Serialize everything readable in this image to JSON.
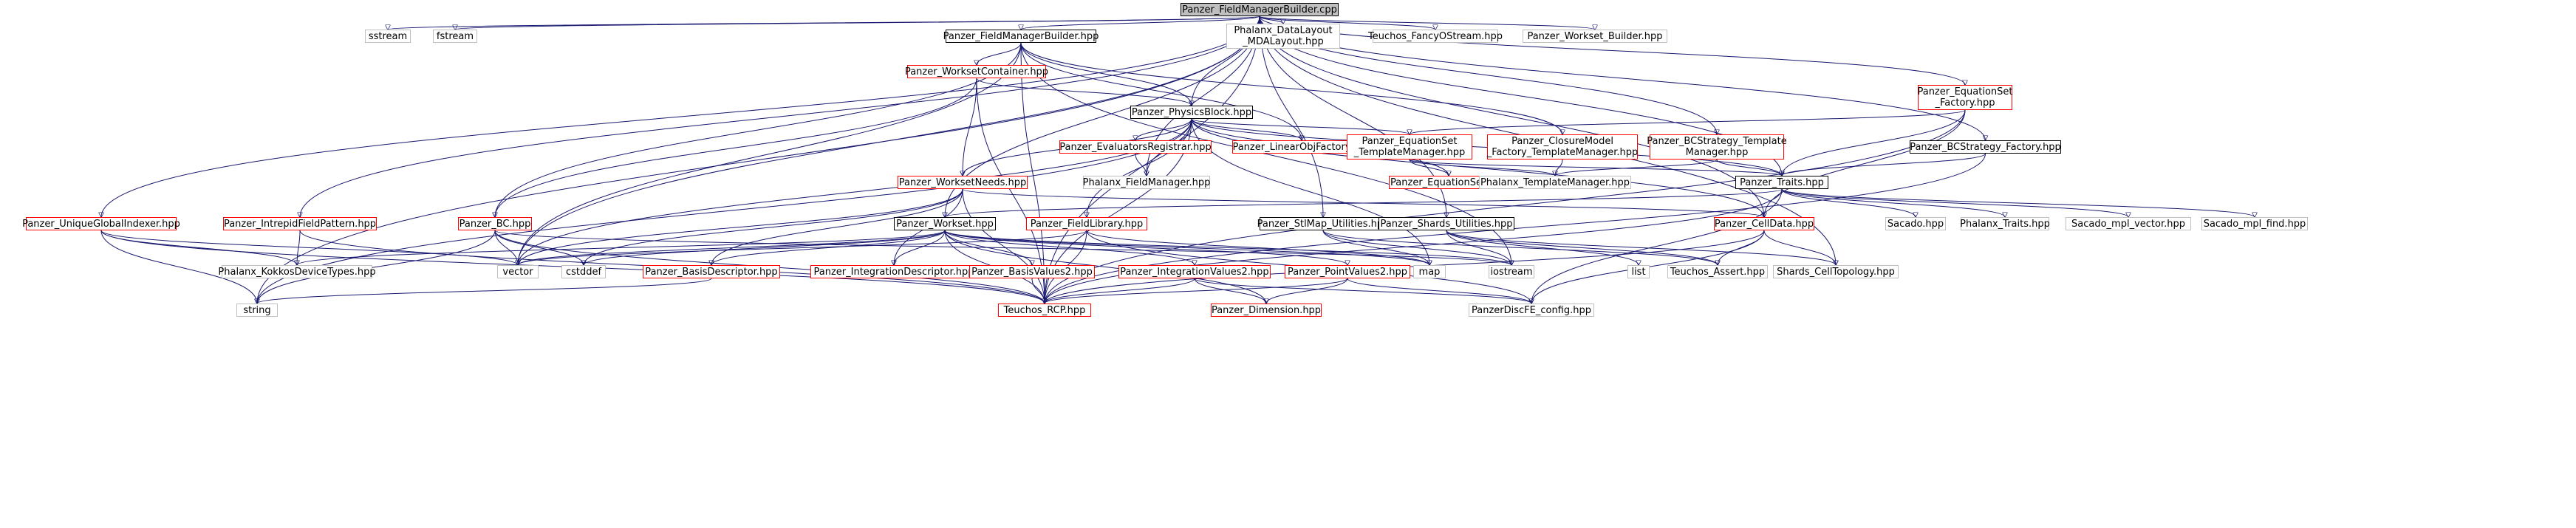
{
  "title": "Panzer_FieldManagerBuilder.cpp",
  "colors": {
    "edge": "#191970",
    "root_fill": "#bfbfbf",
    "red_border": "#ff0000",
    "black_border": "#000000"
  },
  "nodes": [
    {
      "id": "root",
      "label": "Panzer_FieldManagerBuilder.cpp",
      "style": "root"
    },
    {
      "id": "sstream",
      "label": "sstream",
      "style": "grey"
    },
    {
      "id": "fstream",
      "label": "fstream",
      "style": "grey"
    },
    {
      "id": "fmb_hpp",
      "label": "Panzer_FieldManagerBuilder.hpp",
      "style": "black"
    },
    {
      "id": "phalanx_dl",
      "label": "Phalanx_DataLayout\n_MDALayout.hpp",
      "style": "grey"
    },
    {
      "id": "teuchos_fancy",
      "label": "Teuchos_FancyOStream.hpp",
      "style": "grey"
    },
    {
      "id": "workset_builder",
      "label": "Panzer_Workset_Builder.hpp",
      "style": "grey"
    },
    {
      "id": "workset_container",
      "label": "Panzer_WorksetContainer.hpp",
      "style": "red"
    },
    {
      "id": "physics_block",
      "label": "Panzer_PhysicsBlock.hpp",
      "style": "black"
    },
    {
      "id": "eqset_factory",
      "label": "Panzer_EquationSet\n_Factory.hpp",
      "style": "red"
    },
    {
      "id": "eval_registrar",
      "label": "Panzer_EvaluatorsRegistrar.hpp",
      "style": "red"
    },
    {
      "id": "linobj",
      "label": "Panzer_LinearObjFactory.hpp",
      "style": "red"
    },
    {
      "id": "eqset_tm",
      "label": "Panzer_EquationSet\n_TemplateManager.hpp",
      "style": "red"
    },
    {
      "id": "closure_tm",
      "label": "Panzer_ClosureModel\n_Factory_TemplateManager.hpp",
      "style": "red"
    },
    {
      "id": "bcs_tm",
      "label": "Panzer_BCStrategy_Template\nManager.hpp",
      "style": "red"
    },
    {
      "id": "bcs_factory",
      "label": "Panzer_BCStrategy_Factory.hpp",
      "style": "black"
    },
    {
      "id": "worksetneeds",
      "label": "Panzer_WorksetNeeds.hpp",
      "style": "red"
    },
    {
      "id": "phalanx_fm",
      "label": "Phalanx_FieldManager.hpp",
      "style": "grey"
    },
    {
      "id": "eqset",
      "label": "Panzer_EquationSet.hpp",
      "style": "red"
    },
    {
      "id": "phalanx_tm",
      "label": "Phalanx_TemplateManager.hpp",
      "style": "grey"
    },
    {
      "id": "traits",
      "label": "Panzer_Traits.hpp",
      "style": "black"
    },
    {
      "id": "uniq_idx",
      "label": "Panzer_UniqueGlobalIndexer.hpp",
      "style": "red"
    },
    {
      "id": "intrepid_fp",
      "label": "Panzer_IntrepidFieldPattern.hpp",
      "style": "red"
    },
    {
      "id": "bc",
      "label": "Panzer_BC.hpp",
      "style": "red"
    },
    {
      "id": "workset",
      "label": "Panzer_Workset.hpp",
      "style": "black"
    },
    {
      "id": "fieldlib",
      "label": "Panzer_FieldLibrary.hpp",
      "style": "red"
    },
    {
      "id": "stlmap",
      "label": "Panzer_StlMap_Utilities.hpp",
      "style": "black"
    },
    {
      "id": "shards_util",
      "label": "Panzer_Shards_Utilities.hpp",
      "style": "black"
    },
    {
      "id": "celldata",
      "label": "Panzer_CellData.hpp",
      "style": "red"
    },
    {
      "id": "sacado",
      "label": "Sacado.hpp",
      "style": "grey"
    },
    {
      "id": "phalanx_traits",
      "label": "Phalanx_Traits.hpp",
      "style": "grey"
    },
    {
      "id": "sacado_mpl_vec",
      "label": "Sacado_mpl_vector.hpp",
      "style": "grey"
    },
    {
      "id": "sacado_mpl_find",
      "label": "Sacado_mpl_find.hpp",
      "style": "grey"
    },
    {
      "id": "kokkos",
      "label": "Phalanx_KokkosDeviceTypes.hpp",
      "style": "grey"
    },
    {
      "id": "vector",
      "label": "vector",
      "style": "grey"
    },
    {
      "id": "cstddef",
      "label": "cstddef",
      "style": "grey"
    },
    {
      "id": "basis_desc",
      "label": "Panzer_BasisDescriptor.hpp",
      "style": "red"
    },
    {
      "id": "integ_desc",
      "label": "Panzer_IntegrationDescriptor.hpp",
      "style": "red"
    },
    {
      "id": "basisvalues",
      "label": "Panzer_BasisValues2.hpp",
      "style": "red"
    },
    {
      "id": "integvalues",
      "label": "Panzer_IntegrationValues2.hpp",
      "style": "red"
    },
    {
      "id": "pointvalues",
      "label": "Panzer_PointValues2.hpp",
      "style": "red"
    },
    {
      "id": "map",
      "label": "map",
      "style": "grey"
    },
    {
      "id": "iostream",
      "label": "iostream",
      "style": "grey"
    },
    {
      "id": "list",
      "label": "list",
      "style": "grey"
    },
    {
      "id": "teuchos_assert",
      "label": "Teuchos_Assert.hpp",
      "style": "grey"
    },
    {
      "id": "shards_ct",
      "label": "Shards_CellTopology.hpp",
      "style": "grey"
    },
    {
      "id": "string",
      "label": "string",
      "style": "grey"
    },
    {
      "id": "teuchos_rcp",
      "label": "Teuchos_RCP.hpp",
      "style": "red"
    },
    {
      "id": "dimension",
      "label": "Panzer_Dimension.hpp",
      "style": "red"
    },
    {
      "id": "discfe",
      "label": "PanzerDiscFE_config.hpp",
      "style": "grey"
    }
  ]
}
